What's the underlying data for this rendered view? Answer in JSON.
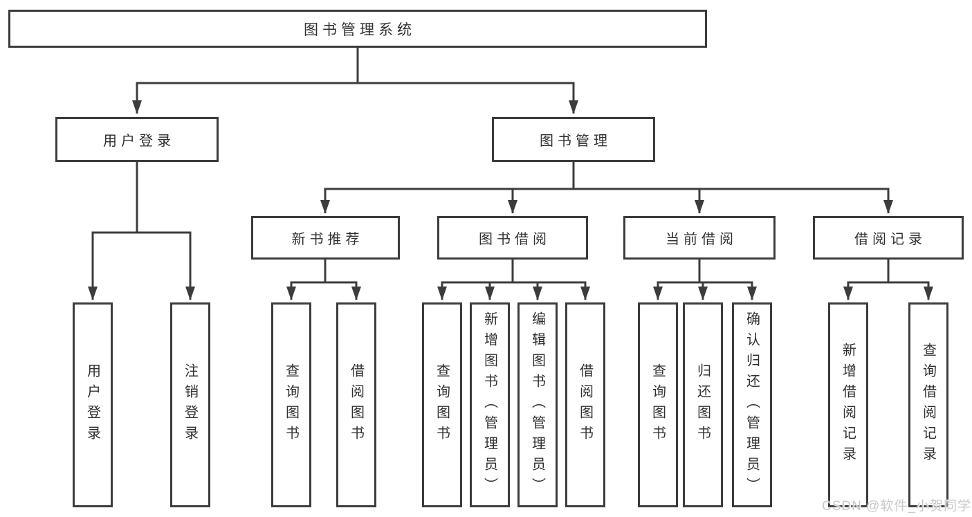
{
  "diagram": {
    "root": "图书管理系统",
    "level2": [
      {
        "label": "用户登录",
        "children": [
          "用户登录",
          "注销登录"
        ]
      },
      {
        "label": "图书管理",
        "sections": [
          {
            "label": "新书推荐",
            "children": [
              "查询图书",
              "借阅图书"
            ]
          },
          {
            "label": "图书借阅",
            "children": [
              "查询图书",
              "新增图书（管理员）",
              "编辑图书（管理员）",
              "借阅图书"
            ]
          },
          {
            "label": "当前借阅",
            "children": [
              "查询图书",
              "归还图书",
              "确认归还（管理员）"
            ]
          },
          {
            "label": "借阅记录",
            "children": [
              "新增借阅记录",
              "查询借阅记录"
            ]
          }
        ]
      }
    ]
  },
  "watermark": "CSDN @软件_小贺同学",
  "colors": {
    "line": "#3c3c3c",
    "box_border": "#3c3c3c",
    "text": "#303030",
    "watermark": "#c8c8c8",
    "background": "#ffffff"
  }
}
